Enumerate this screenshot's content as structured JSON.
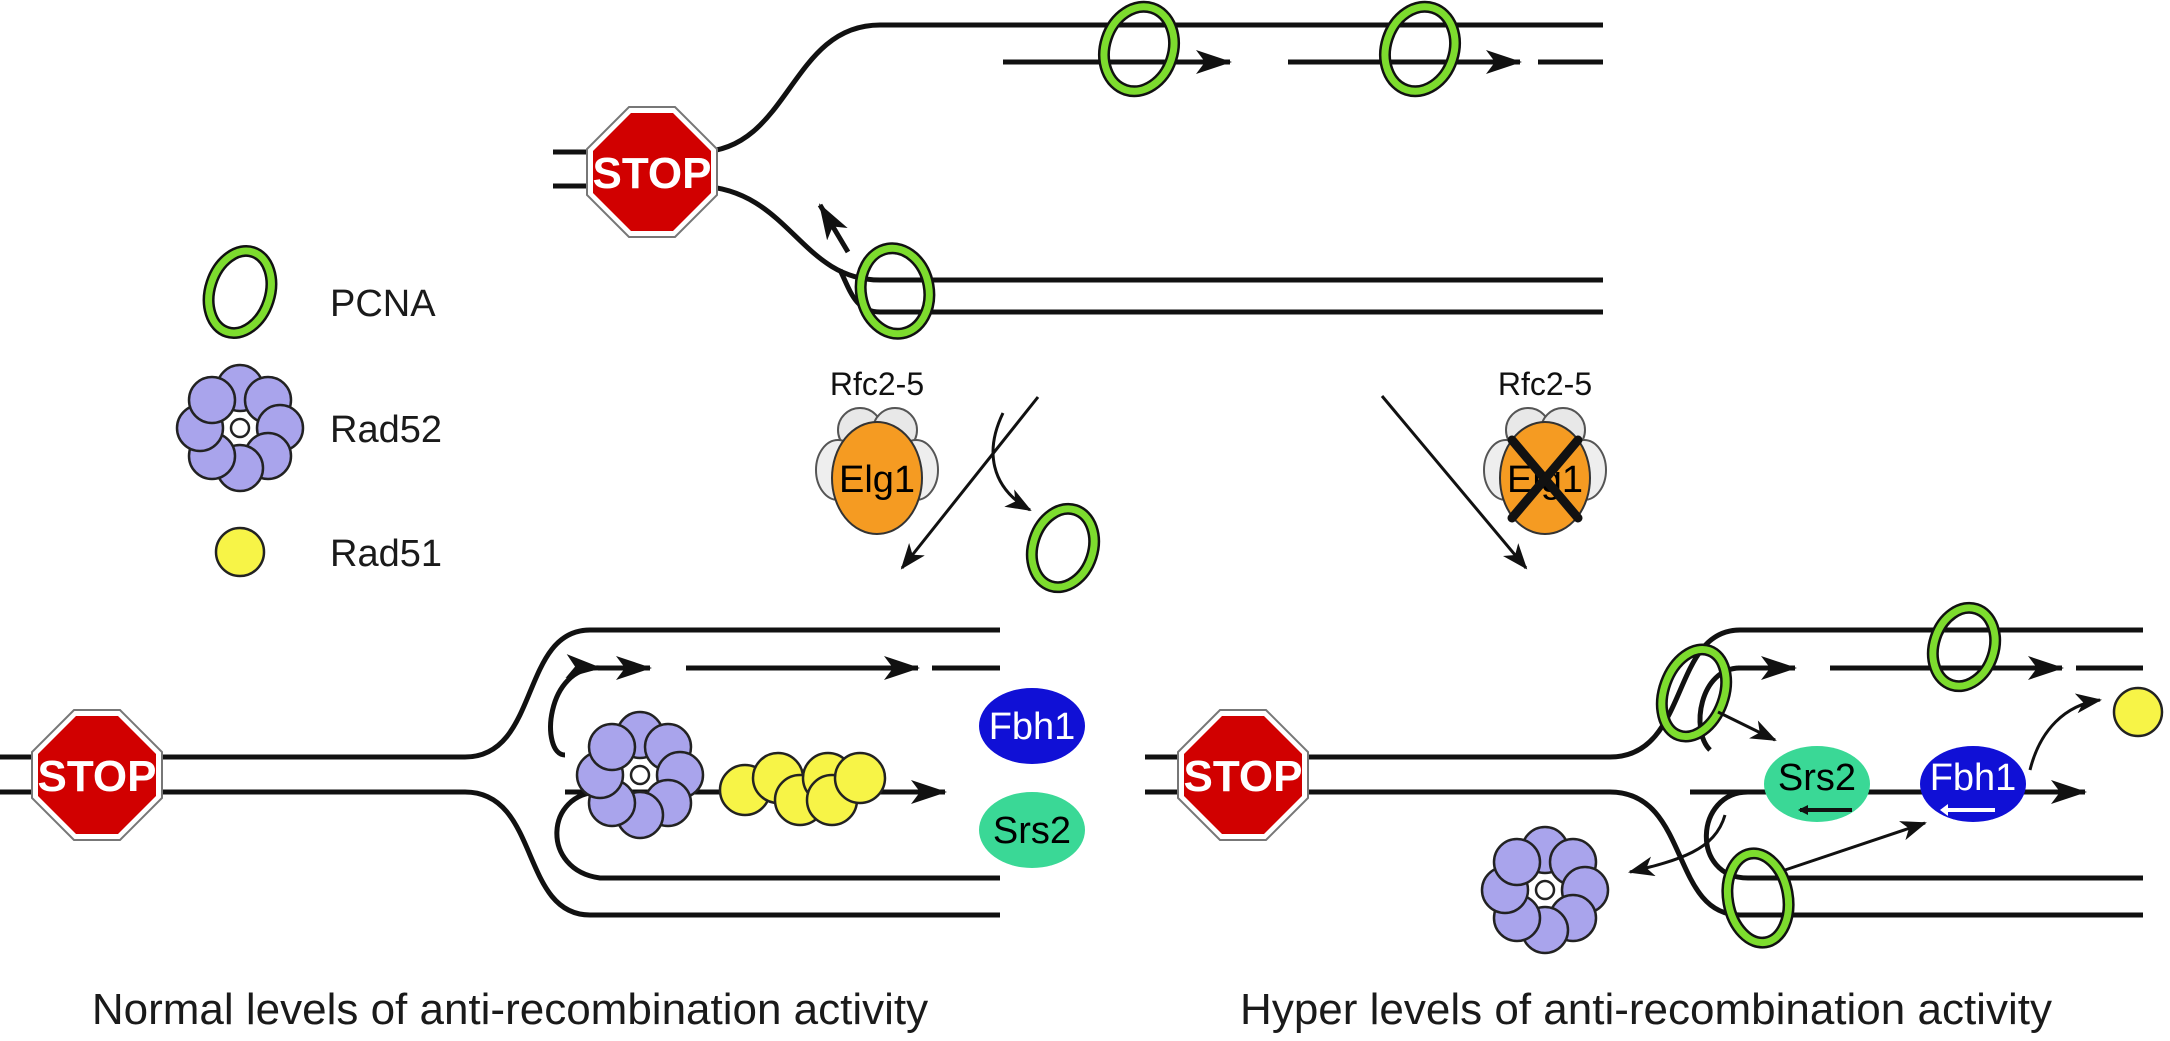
{
  "legend": {
    "pcna": "PCNA",
    "rad52": "Rad52",
    "rad51": "Rad51"
  },
  "stop_sign": "STOP",
  "clamp_loader": {
    "rfc_label": "Rfc2-5",
    "elg1_label": "Elg1"
  },
  "enzymes": {
    "fbh1": "Fbh1",
    "srs2": "Srs2"
  },
  "captions": {
    "left": "Normal levels of anti-recombination activity",
    "right": "Hyper levels of anti-recombination activity"
  },
  "colors": {
    "pcna_outer": "#111111",
    "pcna_fill": "#7ddc2e",
    "rad52": "#a9a4ec",
    "rad51": "#f7f447",
    "stop": "#d10000",
    "elg1": "#f59b22",
    "fbh1": "#1010d6",
    "srs2": "#3ad896"
  }
}
